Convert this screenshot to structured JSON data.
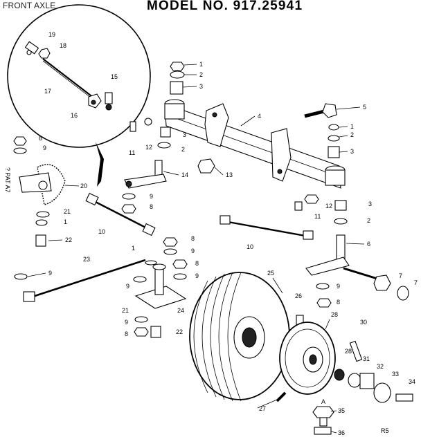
{
  "header": {
    "section_title": "FRONT AXLE",
    "model_label": "MODEL NO. 917.25941"
  },
  "corner_code": "R5",
  "side_note": "? PAT A7",
  "callouts": {
    "c1a": "1",
    "c2a": "2",
    "c3a": "3",
    "c5": "5",
    "c4": "4",
    "c1b": "1",
    "c2b": "2",
    "c3b": "3",
    "c11a": "11",
    "c12a": "12",
    "c3c": "3",
    "c2c": "2",
    "c13": "13",
    "c14": "14",
    "c19": "19",
    "c18": "18",
    "c15": "15",
    "c17": "17",
    "c16": "16",
    "c8a": "8",
    "c9a": "9",
    "c20": "20",
    "c21a": "21",
    "c1c": "1",
    "c22a": "22",
    "c9b": "9",
    "c8b": "8",
    "c10a": "10",
    "c12b": "12",
    "c3d": "3",
    "c11b": "11",
    "c2d": "2",
    "c8c": "8",
    "c9c": "9",
    "c8d": "8",
    "c9d": "9",
    "c1d": "1",
    "c10b": "10",
    "c6": "6",
    "c23": "23",
    "c9e": "9",
    "c9f": "9",
    "c21b": "21",
    "c24": "24",
    "c9g": "9",
    "c8e": "8",
    "c22b": "22",
    "c25": "25",
    "c26": "26",
    "c28a": "28",
    "c30": "30",
    "c28b": "28",
    "c31": "31",
    "c32": "32",
    "c33": "33",
    "c34": "34",
    "c27": "27",
    "c35": "35",
    "c36": "36",
    "c7a": "7",
    "c7b": "7",
    "c9h": "9",
    "c8f": "8",
    "cA": "A"
  }
}
